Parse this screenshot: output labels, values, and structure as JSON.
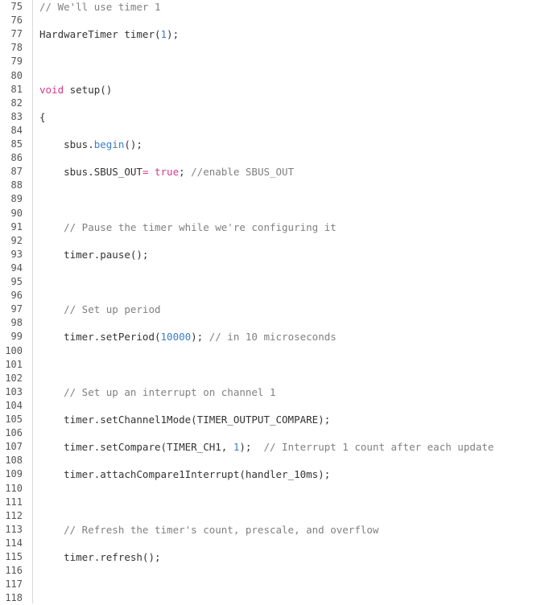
{
  "colors": {
    "background": "#ffffff",
    "plain": "#333333",
    "comment": "#808080",
    "keyword": "#d73a8a",
    "number": "#3a7ec9",
    "line_number": "#555555"
  },
  "lines": [
    {
      "num": "75",
      "tokens": [
        {
          "t": "comment",
          "v": "// We'll use timer 1"
        }
      ]
    },
    {
      "num": "76",
      "tokens": []
    },
    {
      "num": "77",
      "tokens": [
        {
          "t": "plain",
          "v": "HardwareTimer timer("
        },
        {
          "t": "number",
          "v": "1"
        },
        {
          "t": "plain",
          "v": ");"
        }
      ]
    },
    {
      "num": "78",
      "tokens": []
    },
    {
      "num": "79",
      "tokens": []
    },
    {
      "num": "80",
      "tokens": []
    },
    {
      "num": "81",
      "tokens": [
        {
          "t": "keyword",
          "v": "void"
        },
        {
          "t": "plain",
          "v": " setup()"
        }
      ]
    },
    {
      "num": "82",
      "tokens": []
    },
    {
      "num": "83",
      "tokens": [
        {
          "t": "plain",
          "v": "{"
        }
      ]
    },
    {
      "num": "84",
      "tokens": []
    },
    {
      "num": "85",
      "tokens": [
        {
          "t": "plain",
          "v": "    sbus."
        },
        {
          "t": "func",
          "v": "begin"
        },
        {
          "t": "plain",
          "v": "();"
        }
      ]
    },
    {
      "num": "86",
      "tokens": []
    },
    {
      "num": "87",
      "tokens": [
        {
          "t": "plain",
          "v": "    sbus.SBUS_OUT"
        },
        {
          "t": "keyword",
          "v": "= true"
        },
        {
          "t": "plain",
          "v": "; "
        },
        {
          "t": "comment",
          "v": "//enable SBUS_OUT"
        }
      ]
    },
    {
      "num": "88",
      "tokens": []
    },
    {
      "num": "89",
      "tokens": []
    },
    {
      "num": "90",
      "tokens": []
    },
    {
      "num": "91",
      "tokens": [
        {
          "t": "comment",
          "v": "    // Pause the timer while we're configuring it"
        }
      ]
    },
    {
      "num": "92",
      "tokens": []
    },
    {
      "num": "93",
      "tokens": [
        {
          "t": "plain",
          "v": "    timer.pause();"
        }
      ]
    },
    {
      "num": "94",
      "tokens": []
    },
    {
      "num": "95",
      "tokens": []
    },
    {
      "num": "96",
      "tokens": []
    },
    {
      "num": "97",
      "tokens": [
        {
          "t": "comment",
          "v": "    // Set up period"
        }
      ]
    },
    {
      "num": "98",
      "tokens": []
    },
    {
      "num": "99",
      "tokens": [
        {
          "t": "plain",
          "v": "    timer.setPeriod("
        },
        {
          "t": "number",
          "v": "10000"
        },
        {
          "t": "plain",
          "v": "); "
        },
        {
          "t": "comment",
          "v": "// in 10 microseconds"
        }
      ]
    },
    {
      "num": "100",
      "tokens": []
    },
    {
      "num": "101",
      "tokens": []
    },
    {
      "num": "102",
      "tokens": []
    },
    {
      "num": "103",
      "tokens": [
        {
          "t": "comment",
          "v": "    // Set up an interrupt on channel 1"
        }
      ]
    },
    {
      "num": "104",
      "tokens": []
    },
    {
      "num": "105",
      "tokens": [
        {
          "t": "plain",
          "v": "    timer.setChannel1Mode(TIMER_OUTPUT_COMPARE);"
        }
      ]
    },
    {
      "num": "106",
      "tokens": []
    },
    {
      "num": "107",
      "tokens": [
        {
          "t": "plain",
          "v": "    timer.setCompare(TIMER_CH1, "
        },
        {
          "t": "number",
          "v": "1"
        },
        {
          "t": "plain",
          "v": ");  "
        },
        {
          "t": "comment",
          "v": "// Interrupt 1 count after each update"
        }
      ]
    },
    {
      "num": "108",
      "tokens": []
    },
    {
      "num": "109",
      "tokens": [
        {
          "t": "plain",
          "v": "    timer.attachCompare1Interrupt(handler_10ms);"
        }
      ]
    },
    {
      "num": "110",
      "tokens": []
    },
    {
      "num": "111",
      "tokens": []
    },
    {
      "num": "112",
      "tokens": []
    },
    {
      "num": "113",
      "tokens": [
        {
          "t": "comment",
          "v": "    // Refresh the timer's count, prescale, and overflow"
        }
      ]
    },
    {
      "num": "114",
      "tokens": []
    },
    {
      "num": "115",
      "tokens": [
        {
          "t": "plain",
          "v": "    timer.refresh();"
        }
      ]
    },
    {
      "num": "116",
      "tokens": []
    },
    {
      "num": "117",
      "tokens": []
    },
    {
      "num": "118",
      "tokens": []
    }
  ]
}
